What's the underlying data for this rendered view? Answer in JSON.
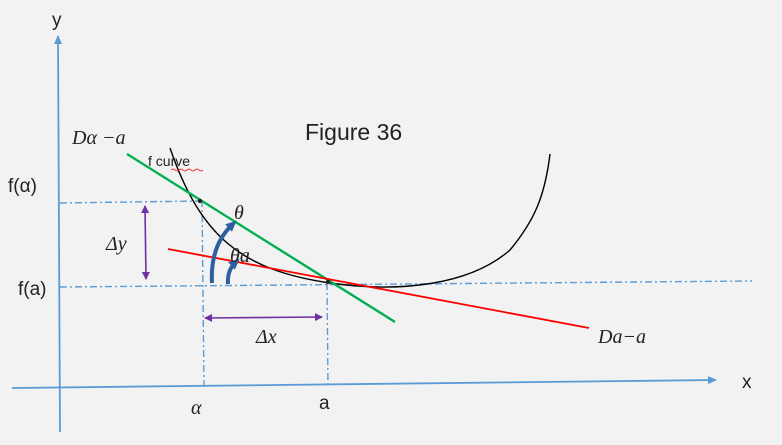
{
  "figure": {
    "title": "Figure 36",
    "axis_x_label": "x",
    "axis_y_label": "y",
    "curve_label": "f curve",
    "f_alpha_label": "f(α)",
    "f_a_label": "f(a)",
    "alpha_label": "α",
    "a_label": "a",
    "delta_x_label": "Δx",
    "delta_y_label": "Δy",
    "theta_label": "θ",
    "theta_a_label": "θa",
    "secant_label": "Dα −a",
    "tangent_label": "Da−a"
  },
  "colors": {
    "axis": "#5b9bd5",
    "curve": "#000000",
    "secant": "#00b050",
    "tangent": "#ff0000",
    "delta_arrow": "#7030a0",
    "angle_arrow": "#2e5f9e",
    "guide": "#5b9bd5"
  }
}
